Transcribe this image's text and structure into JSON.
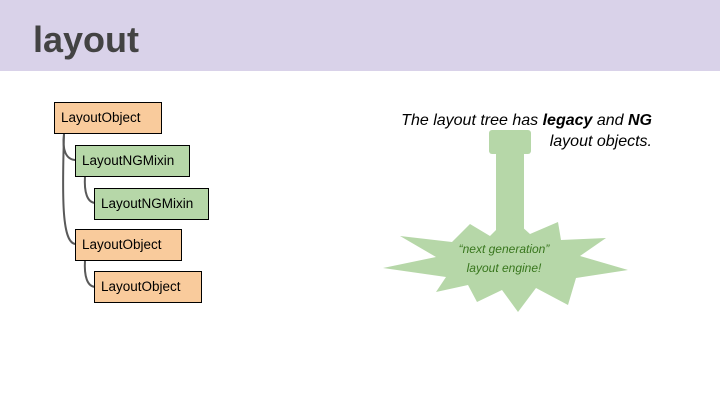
{
  "slide": {
    "title": "layout",
    "header_color": "#d9d2e9"
  },
  "tree": {
    "nodes": [
      {
        "label": "LayoutObject",
        "kind": "legacy"
      },
      {
        "label": "LayoutNGMixin",
        "kind": "ng"
      },
      {
        "label": "LayoutNGMixin",
        "kind": "ng"
      },
      {
        "label": "LayoutObject",
        "kind": "legacy"
      },
      {
        "label": "LayoutObject",
        "kind": "legacy"
      }
    ],
    "colors": {
      "legacy": "#f9cb9c",
      "ng": "#b6d7a8",
      "connector": "#595959"
    }
  },
  "caption": {
    "part1": "The layout tree has ",
    "legacy": "legacy",
    "part2": " and ",
    "ng": "NG",
    "part3": " layout objects."
  },
  "illustration": {
    "line1": "“next generation”",
    "line2": "layout engine!",
    "shape_color": "#b6d7a8",
    "text_color": "#38761d"
  }
}
